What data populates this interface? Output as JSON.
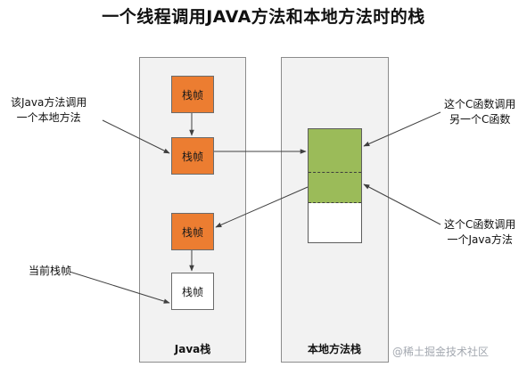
{
  "title": "一个线程调用JAVA方法和本地方法时的栈",
  "columns": {
    "java": "Java栈",
    "native": "本地方法栈"
  },
  "frames": {
    "f1": "栈帧",
    "f2": "栈帧",
    "f3": "栈帧",
    "f4": "栈帧"
  },
  "notes": {
    "java_calls_native_1": "该Java方法调用",
    "java_calls_native_2": "一个本地方法",
    "current_frame": "当前栈帧",
    "c_calls_c_1": "这个C函数调用",
    "c_calls_c_2": "另一个C函数",
    "c_calls_java_1": "这个C函数调用",
    "c_calls_java_2": "一个Java方法"
  },
  "watermark": "@稀土掘金技术社区",
  "colors": {
    "java_frame": "#ec7d31",
    "c_frame": "#9bbb59",
    "column_bg": "#f2f2f2",
    "arrow": "#404040"
  }
}
